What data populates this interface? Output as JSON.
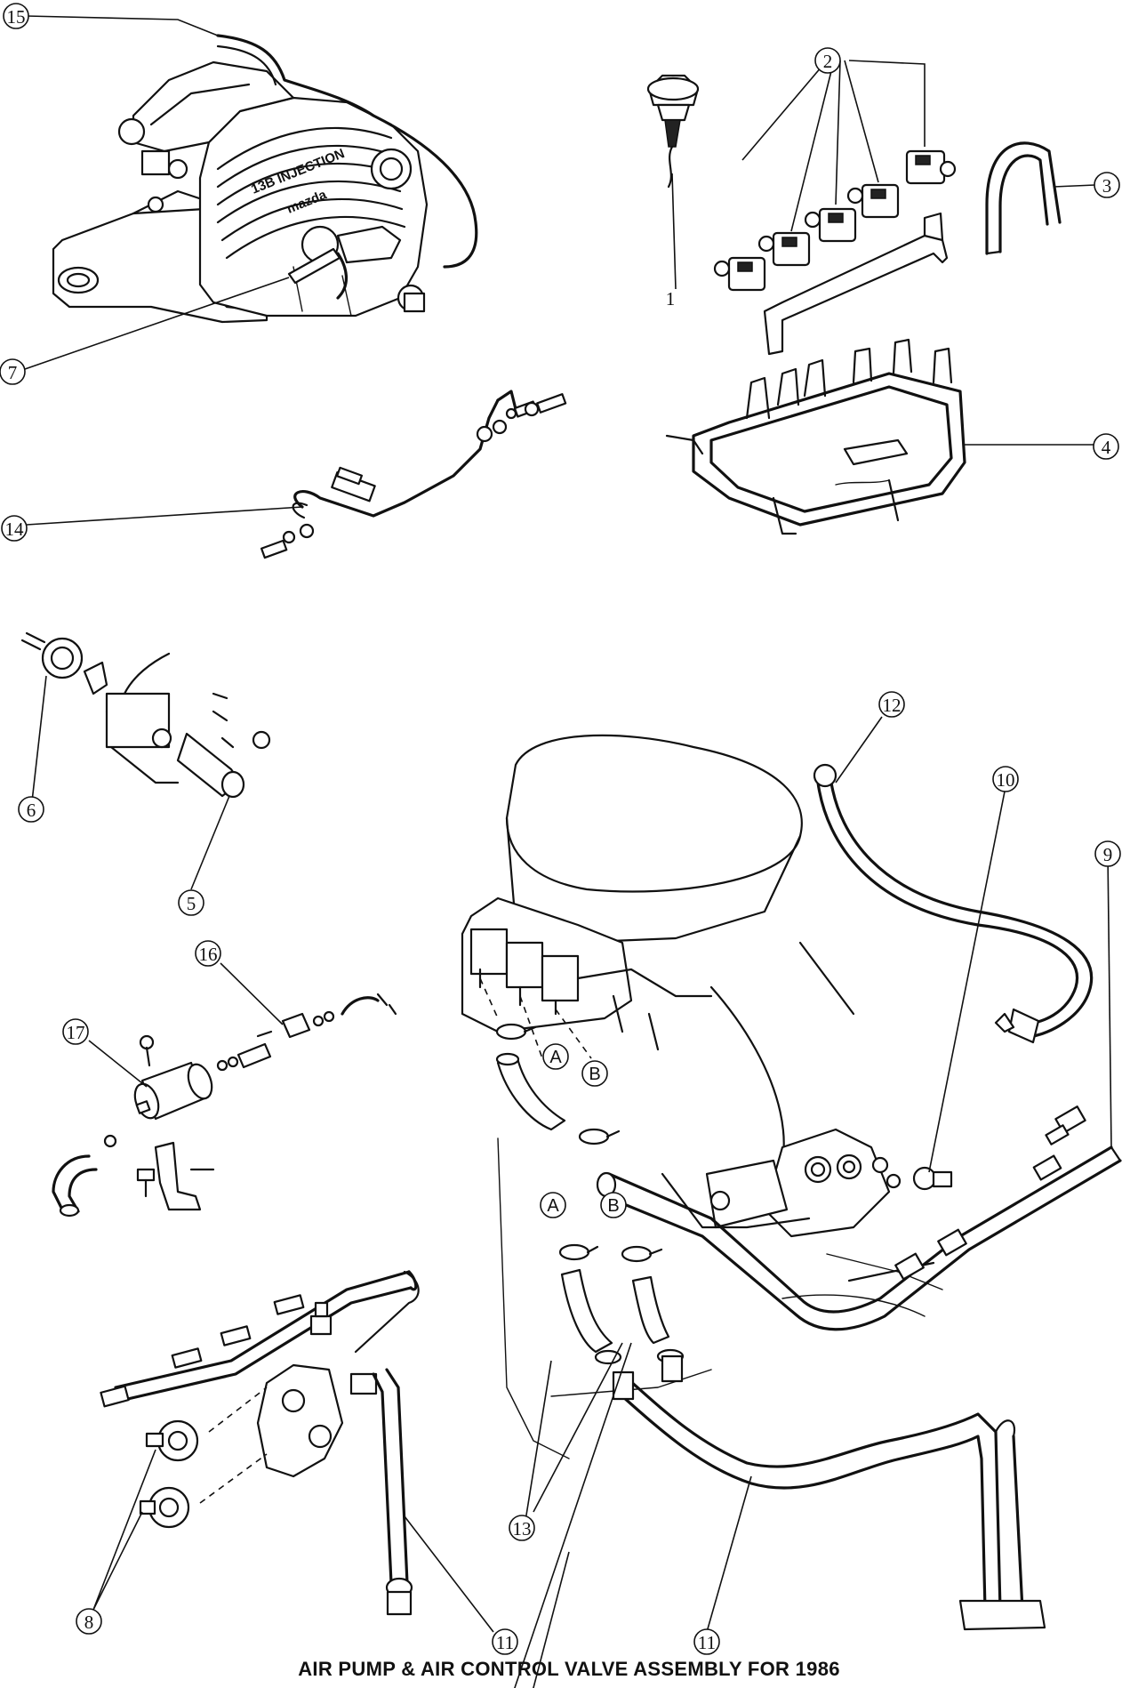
{
  "caption": "AIR PUMP & AIR CONTROL VALVE ASSEMBLY FOR 1986",
  "engine_label": {
    "line1": "13B INJECTION",
    "line2": "mazda"
  },
  "callouts": {
    "c1": "1",
    "c2": "2",
    "c3": "3",
    "c4": "4",
    "c5": "5",
    "c6": "6",
    "c7": "7",
    "c8": "8",
    "c9": "9",
    "c10": "10",
    "c11a": "11",
    "c11b": "11",
    "c12": "12",
    "c13": "13",
    "c14": "14",
    "c15": "15",
    "c16": "16",
    "c17": "17"
  },
  "ref_marks": {
    "a1": "A",
    "b1": "B",
    "a2": "A",
    "b2": "B"
  }
}
